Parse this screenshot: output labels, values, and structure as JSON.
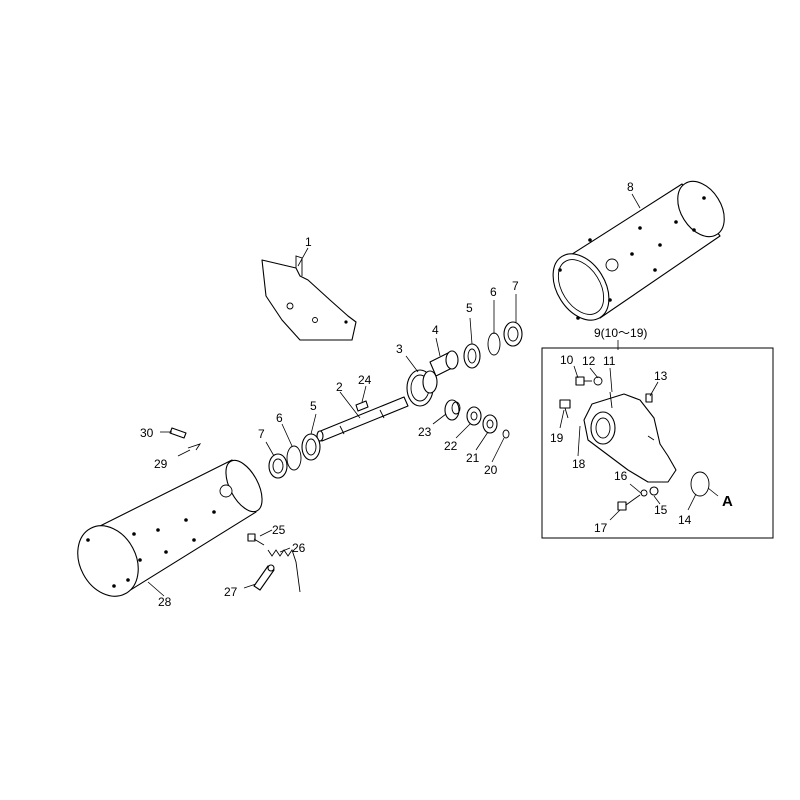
{
  "diagram": {
    "inset_label": "9(10～19)",
    "view_marker": "A",
    "callouts": [
      {
        "id": "c1",
        "text": "1"
      },
      {
        "id": "c2",
        "text": "2"
      },
      {
        "id": "c3",
        "text": "3"
      },
      {
        "id": "c4",
        "text": "4"
      },
      {
        "id": "c5a",
        "text": "5"
      },
      {
        "id": "c6a",
        "text": "6"
      },
      {
        "id": "c7a",
        "text": "7"
      },
      {
        "id": "c5b",
        "text": "5"
      },
      {
        "id": "c6b",
        "text": "6"
      },
      {
        "id": "c7b",
        "text": "7"
      },
      {
        "id": "c8",
        "text": "8"
      },
      {
        "id": "c10",
        "text": "10"
      },
      {
        "id": "c11",
        "text": "11"
      },
      {
        "id": "c12",
        "text": "12"
      },
      {
        "id": "c13",
        "text": "13"
      },
      {
        "id": "c14",
        "text": "14"
      },
      {
        "id": "c15",
        "text": "15"
      },
      {
        "id": "c16",
        "text": "16"
      },
      {
        "id": "c17",
        "text": "17"
      },
      {
        "id": "c18",
        "text": "18"
      },
      {
        "id": "c19",
        "text": "19"
      },
      {
        "id": "c20",
        "text": "20"
      },
      {
        "id": "c21",
        "text": "21"
      },
      {
        "id": "c22",
        "text": "22"
      },
      {
        "id": "c23",
        "text": "23"
      },
      {
        "id": "c24",
        "text": "24"
      },
      {
        "id": "c25",
        "text": "25"
      },
      {
        "id": "c26",
        "text": "26"
      },
      {
        "id": "c27",
        "text": "27"
      },
      {
        "id": "c28",
        "text": "28"
      },
      {
        "id": "c29",
        "text": "29"
      },
      {
        "id": "c30",
        "text": "30"
      }
    ]
  }
}
